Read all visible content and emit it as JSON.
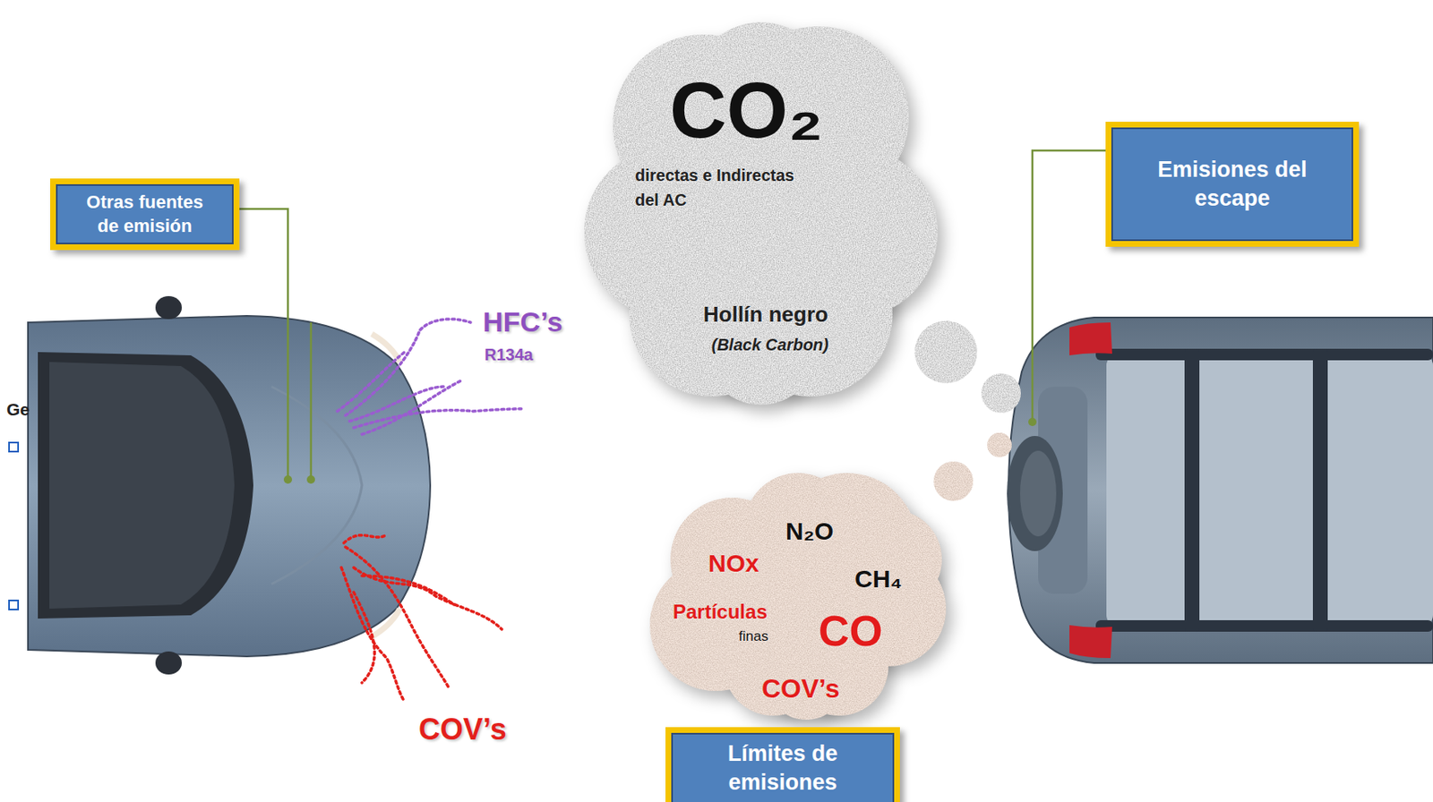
{
  "diagram": {
    "nodes": [
      {
        "text": [
          "CO₂",
          "directas e Indirectas del AC",
          "Hollín negro",
          "(Black Carbon)"
        ]
      },
      {
        "text": [
          "Emisiones del escape"
        ]
      },
      {
        "text": [
          "Otras fuentes de emisión"
        ]
      },
      {
        "text": [
          "N₂O",
          "NOx",
          "CH₄",
          "Partículas",
          "finas",
          "CO",
          "COV’s"
        ]
      },
      {
        "text": [
          "Límites de emisiones"
        ]
      }
    ],
    "labels": [
      "HFC’s",
      "R134a",
      "COV’s",
      "Ge"
    ]
  }
}
